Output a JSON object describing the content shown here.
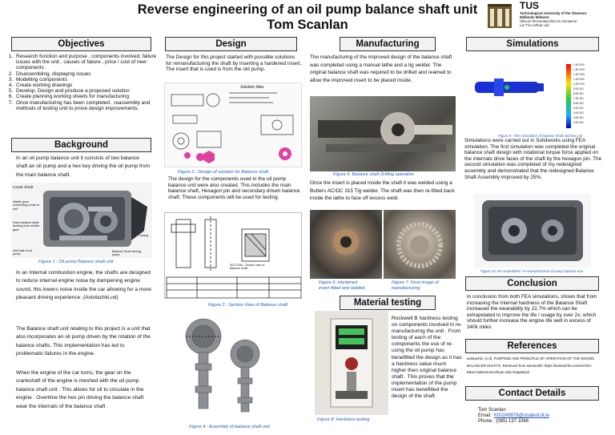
{
  "title_line1": "Reverse engineering of an oil pump balance shaft unit",
  "title_line2": "Tom Scanlan",
  "logo": {
    "abbr": "TUS",
    "line1": "Technological University of the Shannon:",
    "line2": "Midlands Midwest",
    "line3": "Ollscoil Teicneolaíochta na Sionainne:",
    "line4": "Lár Tíre Iarthar Láir"
  },
  "objectives": {
    "heading": "Objectives",
    "items": [
      "Research function and purpose , components involved, failure issues with the unit , causes of failure , price / cost of new components",
      "Disassembling, displaying issues",
      "Modelling components",
      "Create working drawings",
      "Develop, Design and produce a proposed solution",
      "Create planning working sheets for manufacturing",
      "Once manufacturing has been completed , reassembly and methods of testing unit to prove design improvements."
    ]
  },
  "background": {
    "heading": "Background",
    "intro": "In an oil pump balance unit it consists of two balance shaft an oil pump and a hex key driving the oil  pump from the main balance shaft.",
    "figure_labels": [
      "Crank Shaft",
      "Middle gear connecting crank to unit",
      "Drive balance shaft feeding from middle gear",
      "Casing",
      "Internals of oil pump",
      "Balance Shaft driving pump"
    ],
    "caption": "Figure 1 : Oil pump Balance shaft unit",
    "p1": "In an Internal combustion engine, the shafts are designed to reduce internal engine noise by dampening engine sound, this lowers noise inside the car allowing for a more pleasant driving experience. (Avtotachki,nd)",
    "p2": "The Balance shaft unit relating to this project is a unit that also incorporates an oil pump driven by the rotation of the balance shafts. This implementation has led to problematic failures in the engine.",
    "p3": "When the engine of the car turns, the gear on the crankshaft of the engine is meshed with the oil pump  balance shaft unit . This allows for oil to circulate in the engine . Overtime the hex pin driving the balance shaft wear the internals of the balance shaft ."
  },
  "design": {
    "heading": "Design",
    "p1": "The Design for this project started with possible solutions for remanufacturing the shaft by inserting a hardened insert. The insert that is used is from the old pump.",
    "sketch_title": "Solution Idea",
    "caption2": "Figure 2 : Design of solution for Balance shaft",
    "p2": "The design for the components used in the oil pump balance unit were also created. This includes the main balance shaft, Hexagon pin and secondary driven balance shaft. These components will be used for testing.",
    "drawing_section": "SECTION - Section view of Balance Shaft",
    "caption3": "Figure 3 : Section View of Balance shaft",
    "caption4": "Figure 4 : Assembly of balance shaft  unit"
  },
  "manufacturing": {
    "heading": "Manufacturing",
    "p1": "The manufacturing of the improved design of the balance shaft was completed using a manual lathe and a tig welder. The original balance shaft was required to be drilled and reamed to allow the improved insert to be placed inside.",
    "caption5": "Figure 5: Balance shaft Drilling operation",
    "p2": "Once the insert is placed inside the shaft it was welded using a Butters AC/DC 315 Tig welder. The shaft was then re-fitted back inside the lathe to face off excess weld.",
    "caption6": "Figure 6: Hardened insert fitted and welded",
    "caption7": "Figure 7: Final image of manufacturing"
  },
  "testing": {
    "heading": "Material testing",
    "p1": "Rockwell B hardness testing on components involved in re-manufacturing the unit . From testing of each of the components the use of re-using the oil pump has benefitted the design as it has a hardness value much higher then original balance shaft . This proves that the implementation of the pump insert has benefitted the design of the shaft.",
    "caption8": "Figure 8: Hardness testing"
  },
  "simulations": {
    "heading": "Simulations",
    "legend_ticks": [
      "1.4E+000",
      "1.3E+000",
      "1.2E+000",
      "1.1E+000",
      "1.0E+000",
      "9.0E-001",
      "8.0E-001",
      "7.0E-001",
      "6.0E-001",
      "5.0E-001",
      "4.0E-001",
      "3.0E-001",
      "2.0E-001"
    ],
    "caption9": "Figure 9 : FEA simulation of balance shaft and hex pin",
    "p1": "Simulations were carried out in Solidworks using FEA simulation. The first simulation was completed the original balance shaft design with rotational torque force applied on the internals drive faces of the shaft by the hexagon pin. The second simulation was completed of my redesigned assembly and demonstrated that the redesigned Balance Shaft Assembly improved by 25%.",
    "caption10": "Figure 10: Re-assembled / re-manufactured oil pump balance unit"
  },
  "conclusion": {
    "heading": "Conclusion",
    "p1": "In conclusion from both FEA simulations, shows that from increasing the Internal hardness of the Balance Shaft increased the wearability by 22.7% which can be extrapolated to improve the life / usage by over 2x, which should further increase the engine life well in excess of 340k miles"
  },
  "references": {
    "heading": "References",
    "p1": "avtotachki. (n.d). PURPOSE AND PRINCIPLE OF OPERATION OF THE ENGINE BALANCER SHAFTS. Retrieved from avtotachki: https://avtotachki.com/en/chto-takoe-balansirovochnye-valy-dvigatelya/"
  },
  "contact": {
    "heading": "Contact Details",
    "name": "Tom Scanlan",
    "email_label": "Email :",
    "email": "K00249876@student.lit.ie",
    "phone": "Phone : (085) 137 1066"
  }
}
